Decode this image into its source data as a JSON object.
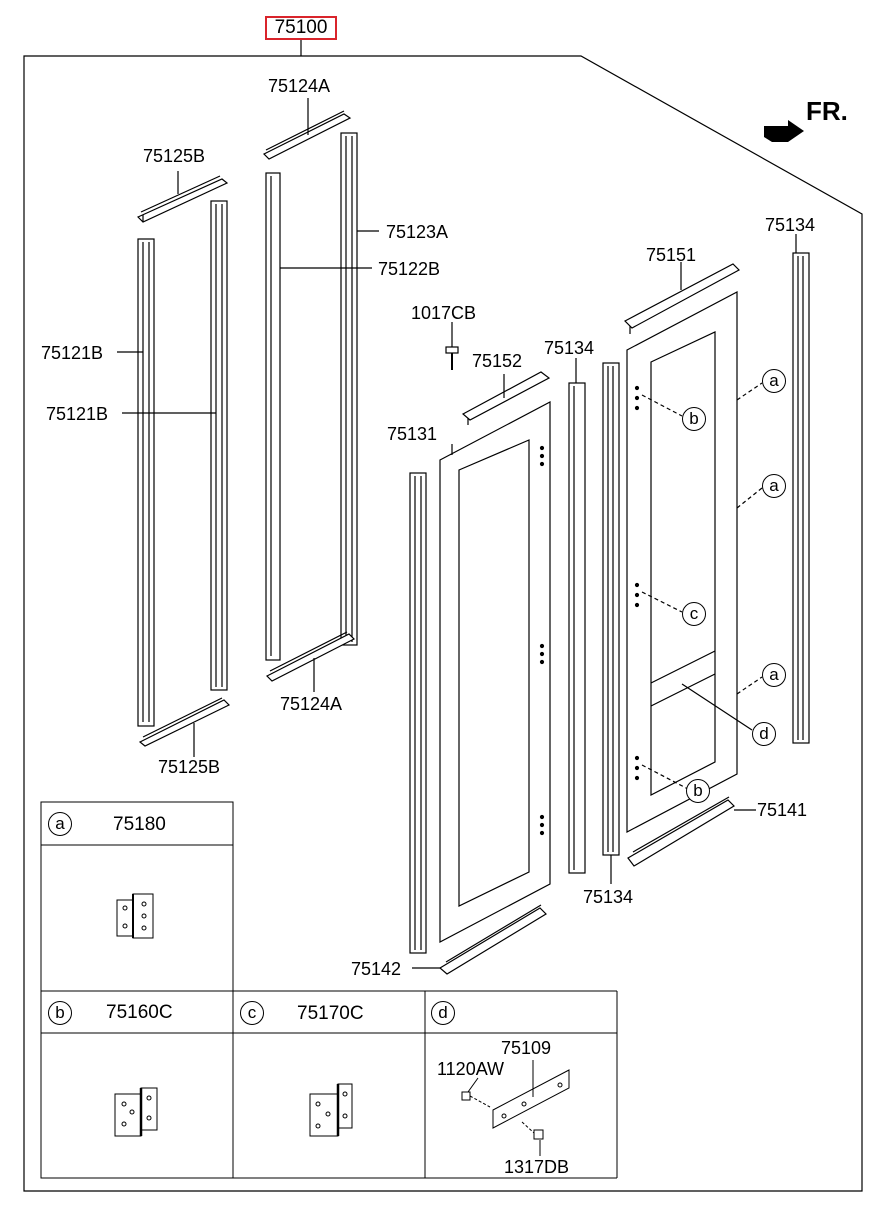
{
  "assembly": {
    "number": "75100",
    "direction": "FR."
  },
  "parts": {
    "rail_top_a": "75124A",
    "rail_bottom_a": "75124A",
    "rail_top_b": "75125B",
    "rail_bottom_b": "75125B",
    "channel_b_1": "75121B",
    "channel_b_2": "75121B",
    "channel_a": "75123A",
    "channel_b_22": "75122B",
    "screw": "1017CB",
    "bracket_152": "75152",
    "door_131": "75131",
    "weatherstrip_134_top": "75134",
    "weatherstrip_134_mid": "75134",
    "weatherstrip_134_bot": "75134",
    "bracket_151": "75151",
    "bracket_141": "75141",
    "bracket_142": "75142"
  },
  "callouts": {
    "a": "a",
    "b": "b",
    "c": "c",
    "d": "d"
  },
  "legend": {
    "a": {
      "letter": "a",
      "part": "75180"
    },
    "b": {
      "letter": "b",
      "part": "75160C"
    },
    "c": {
      "letter": "c",
      "part": "75170C"
    },
    "d": {
      "letter": "d",
      "part_main": "75109",
      "part_bolt": "1120AW",
      "part_nut": "1317DB"
    }
  }
}
